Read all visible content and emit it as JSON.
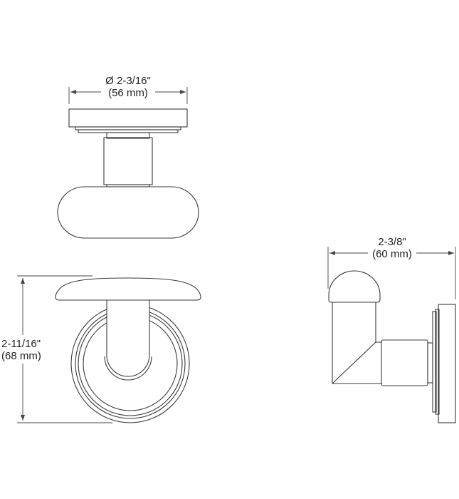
{
  "drawing": {
    "type": "technical-dimension-drawing",
    "subject": "robe hook",
    "line_color": "#3a3a3a",
    "background": "#ffffff"
  },
  "views": {
    "top": {
      "dimension": {
        "imperial": "Ø 2-3/16\"",
        "metric": "(56 mm)"
      }
    },
    "front": {
      "dimension": {
        "imperial": "2-11/16\"",
        "metric": "(68 mm)"
      }
    },
    "side": {
      "dimension": {
        "imperial": "2-3/8\"",
        "metric": "(60 mm)"
      }
    }
  }
}
